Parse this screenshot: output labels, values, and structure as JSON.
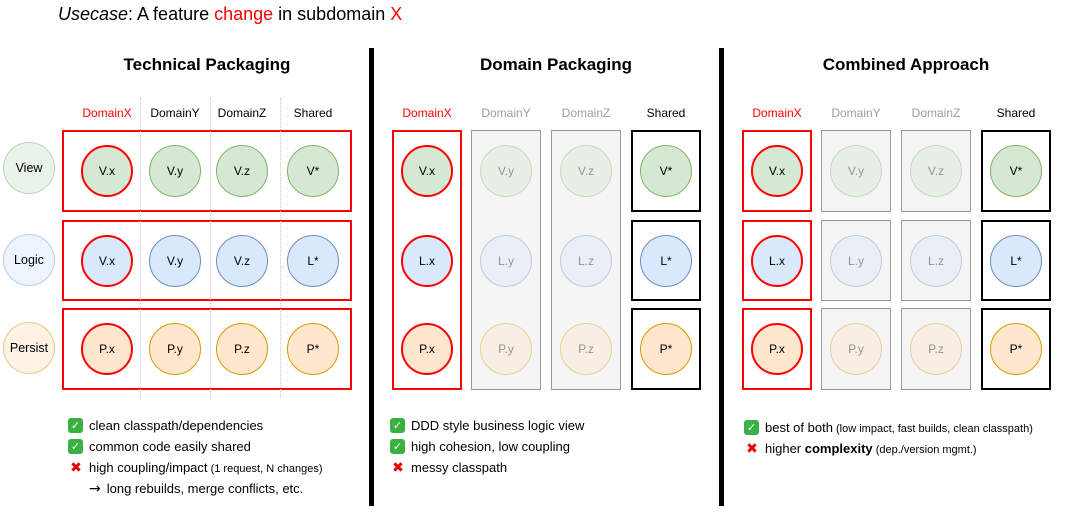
{
  "title": {
    "italic": "Usecase",
    "rest1": ": A feature ",
    "red1": "change",
    "rest2": " in subdomain ",
    "red2": "X"
  },
  "row_labels": [
    {
      "label": "View"
    },
    {
      "label": "Logic"
    },
    {
      "label": "Persist"
    }
  ],
  "icons": {
    "check": "✓",
    "cross": "✖",
    "arrow": "→"
  },
  "colors": {
    "accent_red": "#ff0000",
    "view_fill": "#d5e8d4",
    "view_border": "#82b366",
    "logic_fill": "#dae8fc",
    "logic_border": "#6c8ebf",
    "persist_fill": "#ffe6cc",
    "persist_border": "#d79b00",
    "package_gray_fill": "#f5f5f5",
    "package_gray_border": "#999999",
    "muted_header_text": "#9e9e9e",
    "check_green": "#3bb143",
    "cross_red": "#e60000",
    "divider_black": "#000000"
  },
  "panels": [
    {
      "heading": "Technical Packaging",
      "columns": [
        "DomainX",
        "DomainY",
        "DomainZ",
        "Shared"
      ],
      "cells": {
        "view": [
          "V.x",
          "V.y",
          "V.z",
          "V*"
        ],
        "logic": [
          "V.x",
          "V.y",
          "V.z",
          "L*"
        ],
        "persist": [
          "P.x",
          "P.y",
          "P.z",
          "P*"
        ]
      },
      "bullets": [
        {
          "text": "clean classpath/dependencies"
        },
        {
          "text": "common code easily shared"
        },
        {
          "text": "high coupling/impact",
          "small": " (1 request, N changes)"
        },
        {
          "text": "long rebuilds, merge conflicts, etc."
        }
      ]
    },
    {
      "heading": "Domain Packaging",
      "columns": [
        "DomainX",
        "DomainY",
        "DomainZ",
        "Shared"
      ],
      "cells": {
        "view": [
          "V.x",
          "V.y",
          "V.z",
          "V*"
        ],
        "logic": [
          "L.x",
          "L.y",
          "L.z",
          "L*"
        ],
        "persist": [
          "P.x",
          "P.y",
          "P.z",
          "P*"
        ]
      },
      "bullets": [
        {
          "text": "DDD style business logic view"
        },
        {
          "text": "high cohesion, low coupling"
        },
        {
          "text": "messy classpath"
        }
      ]
    },
    {
      "heading": "Combined Approach",
      "columns": [
        "DomainX",
        "DomainY",
        "DomainZ",
        "Shared"
      ],
      "cells": {
        "view": [
          "V.x",
          "V.y",
          "V.z",
          "V*"
        ],
        "logic": [
          "L.x",
          "L.y",
          "L.z",
          "L*"
        ],
        "persist": [
          "P.x",
          "P.y",
          "P.z",
          "P*"
        ]
      },
      "bullets": [
        {
          "text": "best of both",
          "small": " (low impact, fast builds, clean classpath)"
        },
        {
          "prefix": "higher ",
          "bold": "complexity",
          "small": " (dep./version mgmt.)"
        }
      ]
    }
  ]
}
